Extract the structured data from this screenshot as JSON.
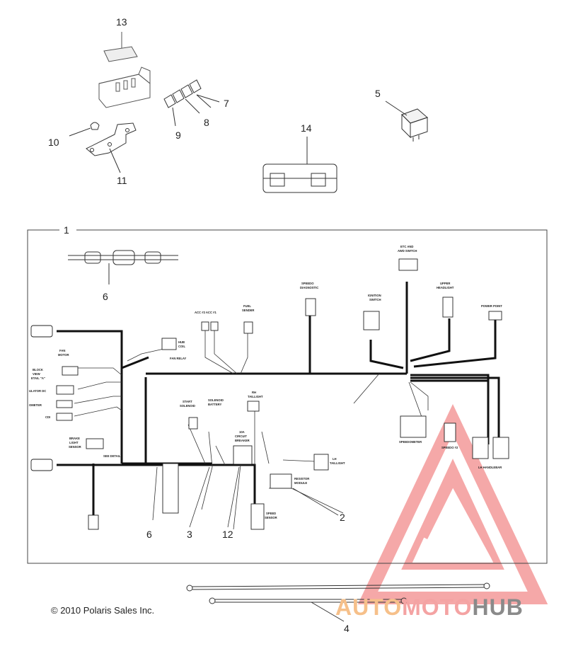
{
  "callouts": {
    "c1": "1",
    "c2": "2",
    "c3": "3",
    "c4": "4",
    "c5": "5",
    "c6a": "6",
    "c6b": "6",
    "c7": "7",
    "c8": "8",
    "c9": "9",
    "c10": "10",
    "c11": "11",
    "c12": "12",
    "c13": "13",
    "c14": "14"
  },
  "labels": {
    "etc_switch": [
      "ETC AND",
      "AWD SWITCH"
    ],
    "speedo_diag": [
      "SPEEDO",
      "DIAGNOSTIC"
    ],
    "ignition": [
      "IGNITION",
      "SWITCH"
    ],
    "upper_headlight": [
      "UPPER",
      "HEADLIGHT"
    ],
    "power_point": "POWER POINT",
    "acc": "ACC #2   ACC #1",
    "fuel_sender": [
      "FUEL",
      "SENDER"
    ],
    "hub_coil": [
      "HUB",
      "COIL"
    ],
    "fan_motor": [
      "FAN",
      "MOTOR"
    ],
    "fan_relay": "FAN RELAY",
    "block_view": [
      "BLOCK",
      "VIEW",
      "ETAIL \"A\""
    ],
    "ulator": "ULATOR DC",
    "ometer": "OMETER",
    "cdi": "CDI",
    "start_solenoid": [
      "START",
      "SOLENOID"
    ],
    "solenoid_battery": [
      "SOLENOID",
      "BATTERY"
    ],
    "rh_taillight": [
      "RH",
      "TAILLIGHT"
    ],
    "circuit_breaker": [
      "10A",
      "CIRCUIT",
      "BREAKER"
    ],
    "lh_taillight": [
      "LH",
      "TAILLIGHT"
    ],
    "resistor_module": [
      "RESISTOR",
      "MODULE"
    ],
    "speed_sensor": [
      "SPEED",
      "SENSOR"
    ],
    "brake_sensor": [
      "BRAKE",
      "LIGHT",
      "SENSOR"
    ],
    "speedometer": "SPEEDOMETER",
    "speedo2": "SPEEDO #2",
    "lh_handlebar": "LH HANDLEBAR",
    "see_detail": "SEE DETAIL"
  },
  "footer": {
    "copyright": "© 2010 Polaris Sales Inc.",
    "brand_a": "AUTO",
    "brand_b": "MOTO",
    "brand_c": "HUB"
  },
  "colors": {
    "ink": "#222222",
    "harness": "#111111",
    "logo_red": "#f28b8b",
    "logo_orange": "#f6c08a",
    "logo_gray": "#8a8a8a"
  }
}
